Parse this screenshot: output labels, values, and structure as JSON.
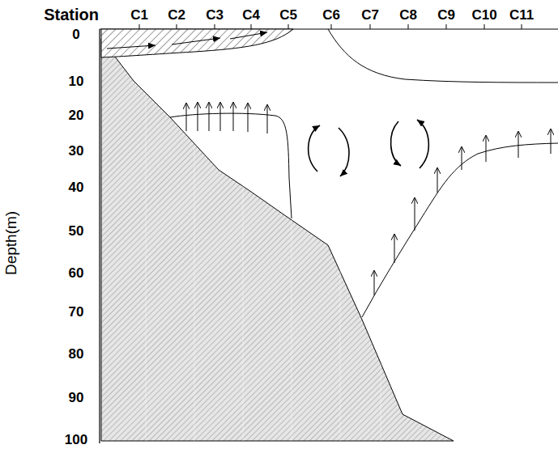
{
  "diagram": {
    "labels": [
      "Station",
      "C1",
      "C2",
      "C3",
      "C4",
      "C5",
      "C6",
      "C7",
      "C8",
      "C9",
      "C10",
      "C11",
      "0",
      "10",
      "20",
      "30",
      "40",
      "50",
      "60",
      "70",
      "80",
      "90",
      "100",
      "Depth(m)"
    ]
  }
}
